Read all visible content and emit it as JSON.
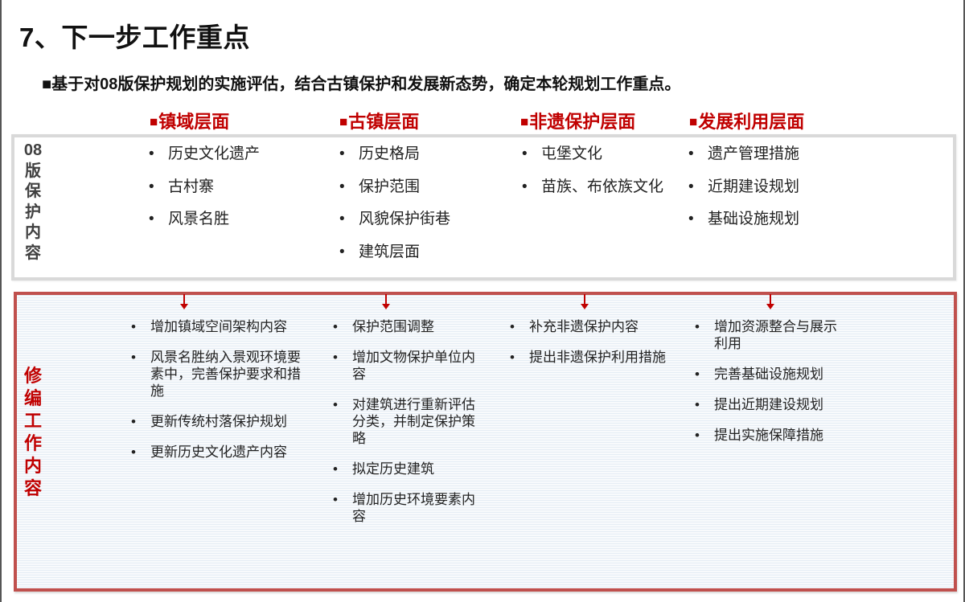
{
  "title": "7、下一步工作重点",
  "subtitle": "■基于对08版保护规划的实施评估，结合古镇保护和发展新态势，确定本轮规划工作重点。",
  "colors": {
    "accent": "#c00000",
    "rev_border": "#c0504d",
    "box08_border": "#d9d9d9"
  },
  "categories": [
    {
      "label": "镇域层面"
    },
    {
      "label": "古镇层面"
    },
    {
      "label": "非遗保护层面"
    },
    {
      "label": "发展利用层面"
    }
  ],
  "box08": {
    "label": [
      "08",
      "版",
      "保",
      "护",
      "内",
      "容"
    ],
    "columns": [
      {
        "items": [
          "历史文化遗产",
          "古村寨",
          "风景名胜"
        ]
      },
      {
        "items": [
          "历史格局",
          "保护范围",
          "风貌保护街巷",
          "建筑层面"
        ]
      },
      {
        "items": [
          "屯堡文化",
          "苗族、布依族文化"
        ]
      },
      {
        "items": [
          "遗产管理措施",
          "近期建设规划",
          "基础设施规划"
        ]
      }
    ]
  },
  "revision": {
    "label": [
      "修",
      "编",
      "工",
      "作",
      "内",
      "容"
    ],
    "columns": [
      {
        "items": [
          "增加镇域空间架构内容",
          "风景名胜纳入景观环境要素中，完善保护要求和措施",
          "更新传统村落保护规划",
          "更新历史文化遗产内容"
        ]
      },
      {
        "items": [
          "保护范围调整",
          "增加文物保护单位内容",
          "对建筑进行重新评估分类，并制定保护策略",
          "拟定历史建筑",
          "增加历史环境要素内容"
        ]
      },
      {
        "items": [
          "补充非遗保护内容",
          "提出非遗保护利用措施"
        ]
      },
      {
        "items": [
          "增加资源整合与展示利用",
          "完善基础设施规划",
          "提出近期建设规划",
          "提出实施保障措施"
        ]
      }
    ]
  }
}
